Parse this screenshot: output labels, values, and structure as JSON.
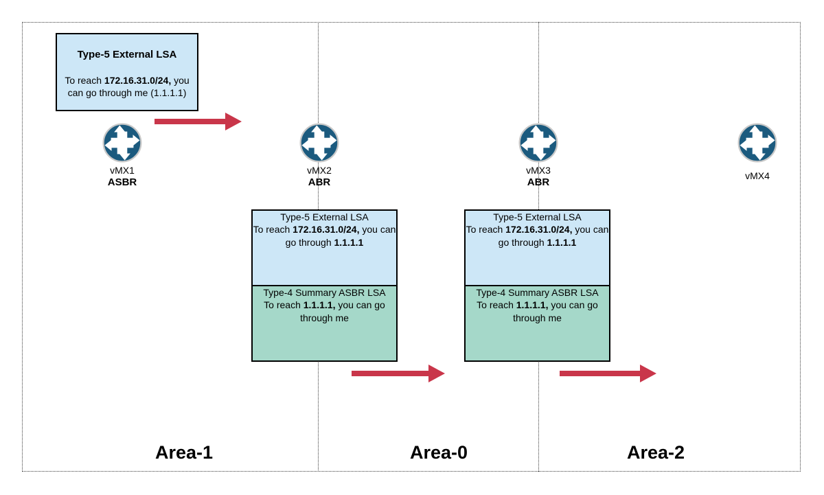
{
  "colors": {
    "lsa5_fill": "#cde7f7",
    "lsa4_fill": "#a5d8c9",
    "arrow_red": "#c9364a",
    "router_blue": "#1b5a7e",
    "box_border": "#000000"
  },
  "areas": [
    {
      "label": "Area-1"
    },
    {
      "label": "Area-0"
    },
    {
      "label": "Area-2"
    }
  ],
  "routers": [
    {
      "name": "vMX1",
      "role": "ASBR"
    },
    {
      "name": "vMX2",
      "role": "ABR"
    },
    {
      "name": "vMX3",
      "role": "ABR"
    },
    {
      "name": "vMX4",
      "role": ""
    }
  ],
  "callouts": {
    "external_lsa_origin": {
      "title": "Type-5 External LSA",
      "t1": "To reach ",
      "b1": "172.16.31.0/24,",
      "t2": " you can go through me (1.1.1.1)"
    },
    "external_lsa": {
      "title": "Type-5 External LSA",
      "t1": "To reach ",
      "b1": "172.16.31.0/24,",
      "t2": " you can go through ",
      "b2": "1.1.1.1"
    },
    "summary_asbr_lsa": {
      "title": "Type-4 Summary ASBR LSA",
      "t1": "To reach ",
      "b1": "1.1.1.1,",
      "t2": " you can go through me"
    }
  }
}
